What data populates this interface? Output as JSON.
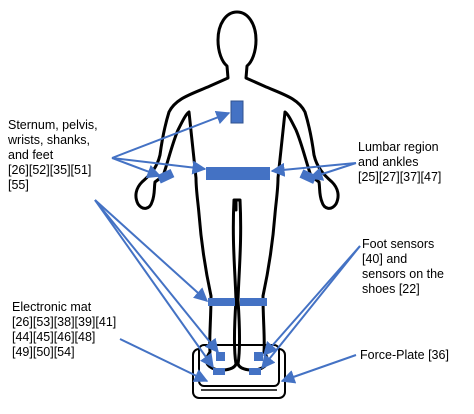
{
  "labels": {
    "sternum": "Sternum, pelvis,\nwrists, shanks,\nand feet\n[26][52][35][51]\n[55]",
    "lumbar": "Lumbar region\nand ankles\n[25][27][37][47]",
    "foot_sensors": "Foot sensors\n[40] and\nsensors on the\nshoes [22]",
    "electronic_mat": "Electronic mat\n[26][53][38][39][41]\n[44][45][46][48]\n[49][50][54]",
    "force_plate": "Force-Plate [36]"
  },
  "colors": {
    "sensor": "#4472C4",
    "arrow": "#4472C4",
    "outline": "#000000"
  }
}
